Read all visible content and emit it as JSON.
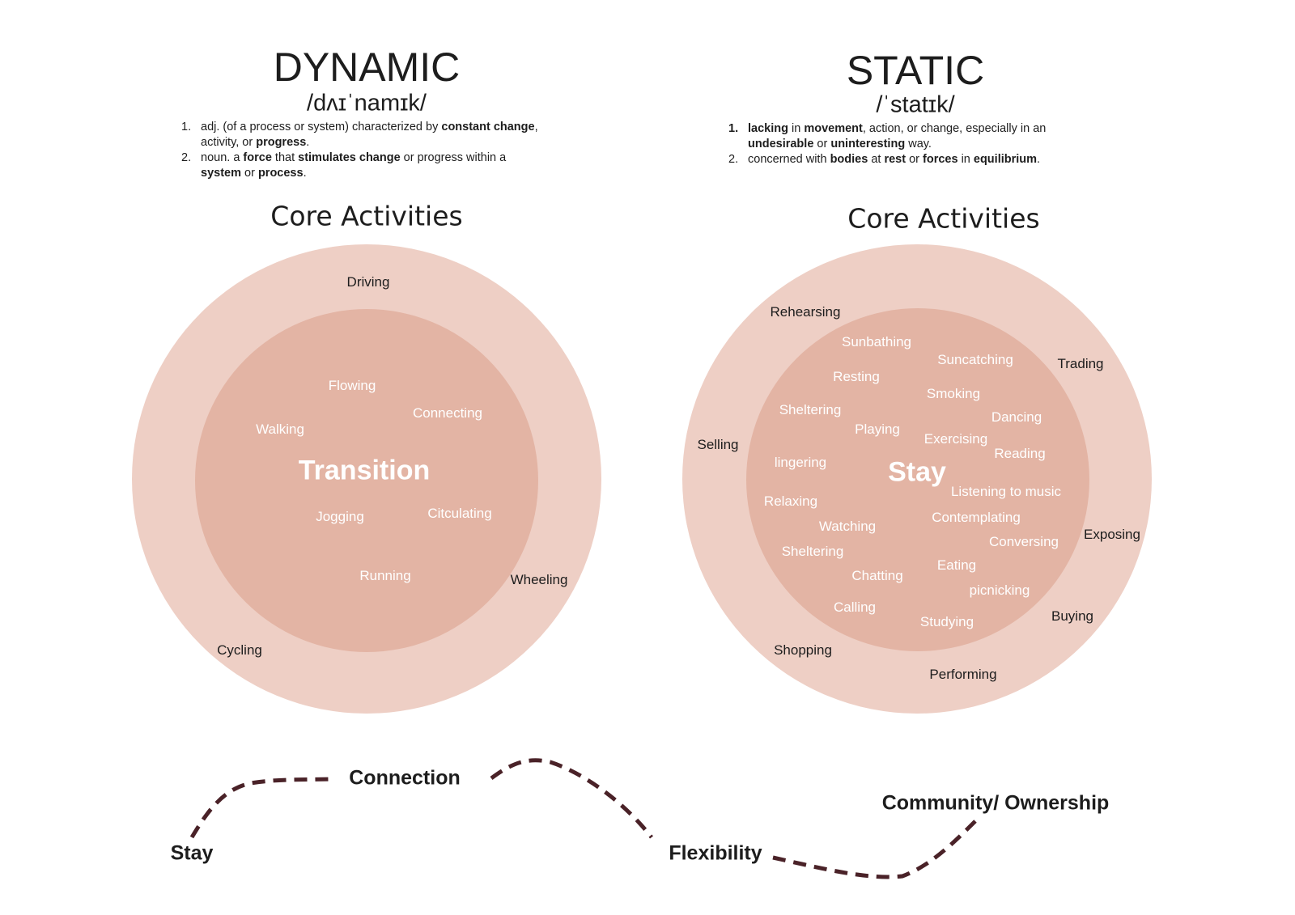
{
  "dynamic": {
    "title": "DYNAMIC",
    "phonetic": "/dʌɪˈnamɪk/",
    "definitions": [
      {
        "num": "1.",
        "segments": [
          {
            "t": "adj. (of a process or system) characterized by ",
            "b": false
          },
          {
            "t": "constant change",
            "b": true
          },
          {
            "t": ", activity, or ",
            "b": false
          },
          {
            "t": "progress",
            "b": true
          },
          {
            "t": ".",
            "b": false
          }
        ]
      },
      {
        "num": "2.",
        "segments": [
          {
            "t": "noun. a ",
            "b": false
          },
          {
            "t": "force",
            "b": true
          },
          {
            "t": " that ",
            "b": false
          },
          {
            "t": "stimulates change",
            "b": true
          },
          {
            "t": " or progress within a ",
            "b": false
          },
          {
            "t": "system",
            "b": true
          },
          {
            "t": " or ",
            "b": false
          },
          {
            "t": "process",
            "b": true
          },
          {
            "t": ".",
            "b": false
          }
        ]
      }
    ],
    "core_title": "Core Activities",
    "center_label": "Transition",
    "inner_words": [
      "Flowing",
      "Connecting",
      "Walking",
      "Jogging",
      "Citculating",
      "Running"
    ],
    "outer_words": [
      "Driving",
      "Wheeling",
      "Cycling"
    ]
  },
  "static": {
    "title": "STATIC",
    "phonetic": "/ˈstatɪk/",
    "definitions": [
      {
        "num": "1.",
        "segments": [
          {
            "t": "lacking",
            "b": true
          },
          {
            "t": " in ",
            "b": false
          },
          {
            "t": "movement",
            "b": true
          },
          {
            "t": ", action, or change, especially in an ",
            "b": false
          },
          {
            "t": "undesirable",
            "b": true
          },
          {
            "t": " or ",
            "b": false
          },
          {
            "t": "uninteresting",
            "b": true
          },
          {
            "t": " way.",
            "b": false
          }
        ]
      },
      {
        "num": "2.",
        "segments": [
          {
            "t": "concerned with ",
            "b": false
          },
          {
            "t": "bodies",
            "b": true
          },
          {
            "t": " at ",
            "b": false
          },
          {
            "t": "rest",
            "b": true
          },
          {
            "t": " or ",
            "b": false
          },
          {
            "t": "forces",
            "b": true
          },
          {
            "t": " in ",
            "b": false
          },
          {
            "t": "equilibrium",
            "b": true
          },
          {
            "t": ".",
            "b": false
          }
        ]
      }
    ],
    "core_title": "Core Activities",
    "center_label": "Stay",
    "inner_words": [
      "Sunbathing",
      "Suncatching",
      "Resting",
      "Smoking",
      "Sheltering",
      "Dancing",
      "Playing",
      "Exercising",
      "Reading",
      "lingering",
      "Listening to music",
      "Relaxing",
      "Contemplating",
      "Watching",
      "Conversing",
      "Sheltering",
      "Eating",
      "Chatting",
      "picnicking",
      "Calling",
      "Studying"
    ],
    "outer_words": [
      "Rehearsing",
      "Trading",
      "Selling",
      "Exposing",
      "Buying",
      "Shopping",
      "Performing"
    ]
  },
  "flow": {
    "stay": "Stay",
    "connection": "Connection",
    "flexibility": "Flexibility",
    "community": "Community/ Ownership"
  },
  "colors": {
    "outer_ring": "#eecfc5",
    "inner_circle": "#e3b4a4",
    "dash": "#4a2228"
  }
}
